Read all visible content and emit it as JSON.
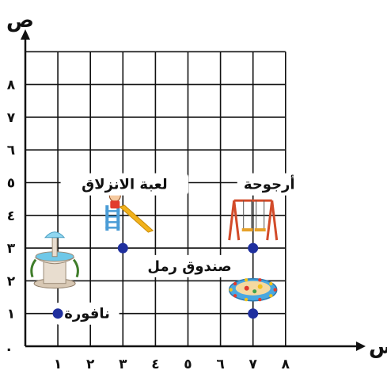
{
  "chart_data": {
    "type": "scatter",
    "xlabel": "س",
    "ylabel": "ص",
    "origin_label": ".",
    "xlim": [
      0,
      8
    ],
    "ylim": [
      0,
      9
    ],
    "x_ticks": [
      {
        "value": 1,
        "label": "١"
      },
      {
        "value": 2,
        "label": "٢"
      },
      {
        "value": 3,
        "label": "٣"
      },
      {
        "value": 4,
        "label": "٤"
      },
      {
        "value": 5,
        "label": "٥"
      },
      {
        "value": 6,
        "label": "٦"
      },
      {
        "value": 7,
        "label": "٧"
      },
      {
        "value": 8,
        "label": "٨"
      }
    ],
    "y_ticks": [
      {
        "value": 1,
        "label": "١"
      },
      {
        "value": 2,
        "label": "٢"
      },
      {
        "value": 3,
        "label": "٣"
      },
      {
        "value": 4,
        "label": "٤"
      },
      {
        "value": 5,
        "label": "٥"
      },
      {
        "value": 6,
        "label": "٦"
      },
      {
        "value": 7,
        "label": "٧"
      },
      {
        "value": 8,
        "label": "٨"
      }
    ],
    "grid": true,
    "points": [
      {
        "name": "نافورة",
        "x": 1,
        "y": 1,
        "icon": "fountain-icon"
      },
      {
        "name": "لعبة الانزلاق",
        "x": 3,
        "y": 3,
        "icon": "slide-icon"
      },
      {
        "name": "صندوق رمل",
        "x": 7,
        "y": 1,
        "icon": "sandbox-icon"
      },
      {
        "name": "أرجوحة",
        "x": 7,
        "y": 3,
        "icon": "swing-icon"
      }
    ],
    "point_color": "#1f2f9e"
  }
}
